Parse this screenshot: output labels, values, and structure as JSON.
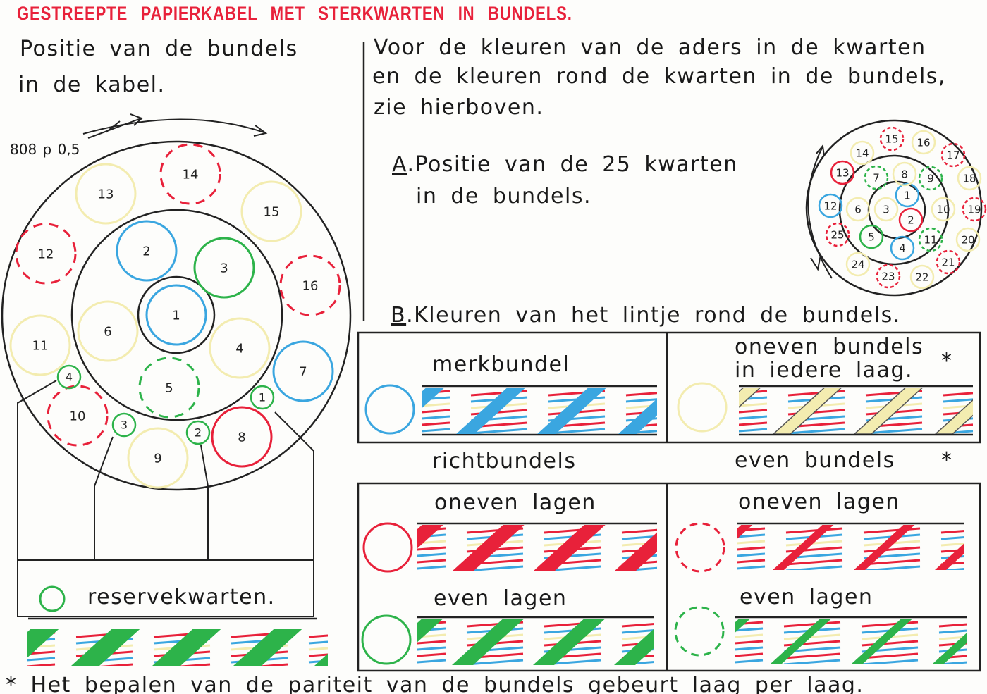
{
  "title": "GESTREEPTE PAPIERKABEL MET STERKWARTEN IN BUNDELS.",
  "left_heading": [
    "Positie van de bundels",
    "in de kabel."
  ],
  "cable_code": "808 p 0,5",
  "intro": [
    "Voor de kleuren van de aders in de kwarten",
    "en de kleuren rond de kwarten in de bundels,",
    "zie hierboven."
  ],
  "section_a": {
    "letter": "A",
    "text": [
      ".Positie van de 25 kwarten",
      "in de bundels."
    ]
  },
  "section_b": {
    "letter": "B",
    "text": ".Kleuren van het lintje rond de bundels."
  },
  "legend": {
    "merkbundel": "merkbundel",
    "oneven_bundels": [
      "oneven bundels",
      "in iedere laag."
    ],
    "asterisk": "*",
    "richtbundels": "richtbundels",
    "even_bundels": "even bundels",
    "oneven_lagen": "oneven lagen",
    "even_lagen": "even lagen",
    "reserve": "reservekwarten."
  },
  "footnote": "* Het bepalen van de pariteit van de bundels gebeurt laag per laag.",
  "colors": {
    "red": "#e8213a",
    "blue": "#3aa6e0",
    "green": "#2db34a",
    "yellow": "#f3ecb0"
  },
  "bundles": [
    {
      "n": "1",
      "c": "blue",
      "d": false
    },
    {
      "n": "2",
      "c": "blue",
      "d": false
    },
    {
      "n": "3",
      "c": "green",
      "d": false
    },
    {
      "n": "4",
      "c": "yellow",
      "d": false
    },
    {
      "n": "5",
      "c": "green",
      "d": true
    },
    {
      "n": "6",
      "c": "yellow",
      "d": false
    },
    {
      "n": "7",
      "c": "blue",
      "d": false
    },
    {
      "n": "8",
      "c": "red",
      "d": false
    },
    {
      "n": "9",
      "c": "yellow",
      "d": false
    },
    {
      "n": "10",
      "c": "red",
      "d": true
    },
    {
      "n": "11",
      "c": "yellow",
      "d": false
    },
    {
      "n": "12",
      "c": "red",
      "d": true
    },
    {
      "n": "13",
      "c": "yellow",
      "d": false
    },
    {
      "n": "14",
      "c": "red",
      "d": true
    },
    {
      "n": "15",
      "c": "yellow",
      "d": false
    },
    {
      "n": "16",
      "c": "red",
      "d": true
    }
  ],
  "reserve_quads": [
    "1",
    "2",
    "3",
    "4"
  ],
  "quads": [
    {
      "n": "1",
      "c": "blue",
      "d": false
    },
    {
      "n": "2",
      "c": "red",
      "d": false
    },
    {
      "n": "3",
      "c": "yellow",
      "d": false
    },
    {
      "n": "4",
      "c": "blue",
      "d": false
    },
    {
      "n": "5",
      "c": "green",
      "d": false
    },
    {
      "n": "6",
      "c": "yellow",
      "d": false
    },
    {
      "n": "7",
      "c": "green",
      "d": true
    },
    {
      "n": "8",
      "c": "yellow",
      "d": false
    },
    {
      "n": "9",
      "c": "green",
      "d": true
    },
    {
      "n": "10",
      "c": "yellow",
      "d": false
    },
    {
      "n": "11",
      "c": "green",
      "d": true
    },
    {
      "n": "12",
      "c": "blue",
      "d": false
    },
    {
      "n": "13",
      "c": "red",
      "d": false
    },
    {
      "n": "14",
      "c": "yellow",
      "d": false
    },
    {
      "n": "15",
      "c": "red",
      "d": true
    },
    {
      "n": "16",
      "c": "yellow",
      "d": false
    },
    {
      "n": "17",
      "c": "red",
      "d": true
    },
    {
      "n": "18",
      "c": "yellow",
      "d": false
    },
    {
      "n": "19",
      "c": "red",
      "d": true
    },
    {
      "n": "20",
      "c": "yellow",
      "d": false
    },
    {
      "n": "21",
      "c": "red",
      "d": true
    },
    {
      "n": "22",
      "c": "yellow",
      "d": false
    },
    {
      "n": "23",
      "c": "red",
      "d": true
    },
    {
      "n": "24",
      "c": "yellow",
      "d": false
    },
    {
      "n": "25",
      "c": "red",
      "d": true
    }
  ]
}
